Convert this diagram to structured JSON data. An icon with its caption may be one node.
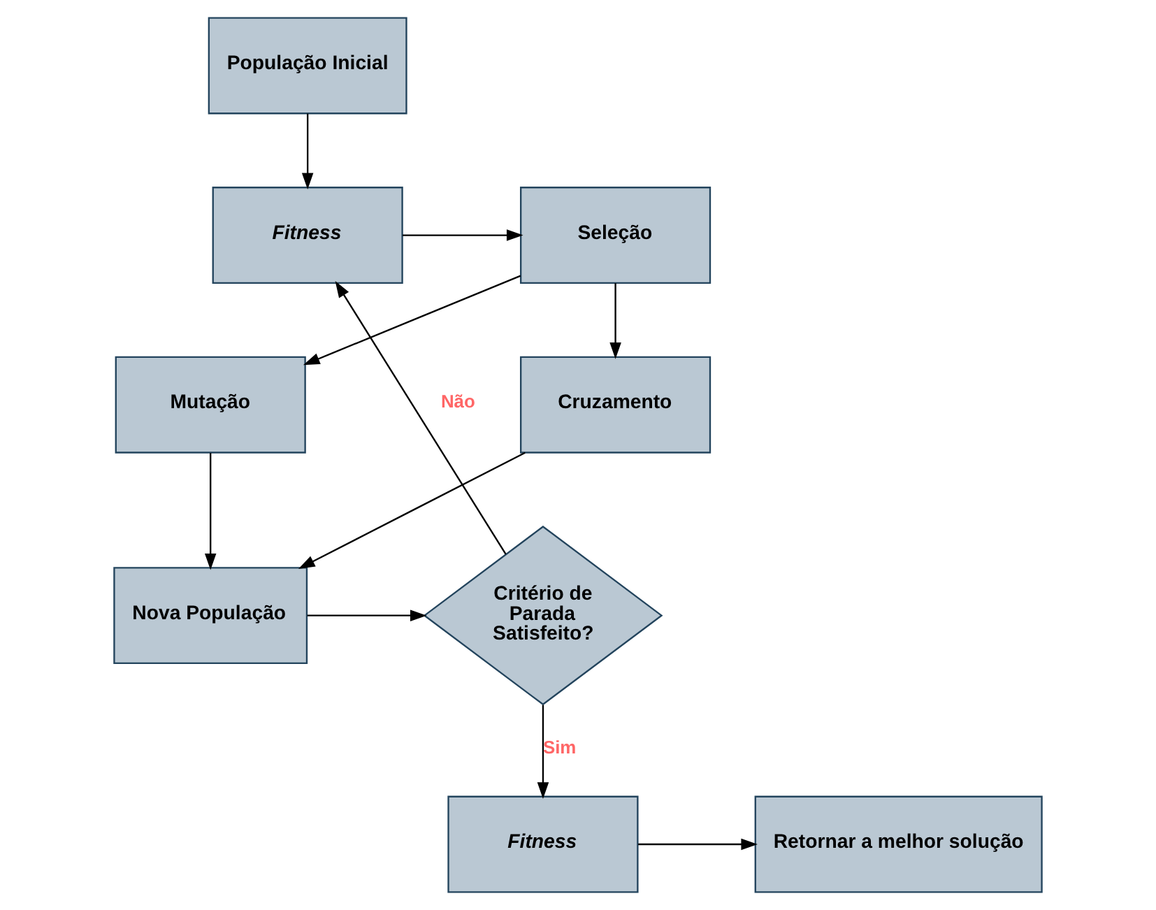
{
  "diagram": {
    "nodes": [
      {
        "text": [
          "População Inicial"
        ]
      },
      {
        "text": [
          "Fitness"
        ]
      },
      {
        "text": [
          "Seleção"
        ]
      },
      {
        "text": [
          "Cruzamento"
        ]
      },
      {
        "text": [
          "Mutação"
        ]
      },
      {
        "text": [
          "Nova População"
        ]
      },
      {
        "text": [
          "Critério de Parada Satisfeito?"
        ]
      },
      {
        "text": [
          "Fitness"
        ]
      },
      {
        "text": [
          "Retornar a melhor solução"
        ]
      }
    ],
    "edges": [
      {
        "from": 0,
        "to": 1,
        "arrow": "to"
      },
      {
        "from": 1,
        "to": 2,
        "arrow": "to"
      },
      {
        "from": 2,
        "to": 3,
        "arrow": "to"
      },
      {
        "from": 2,
        "to": 4,
        "arrow": "to"
      },
      {
        "from": 3,
        "to": 5,
        "arrow": "to"
      },
      {
        "from": 4,
        "to": 5,
        "arrow": "to"
      },
      {
        "from": 5,
        "to": 6,
        "arrow": "to"
      },
      {
        "from": 6,
        "to": 1,
        "arrow": "to",
        "label": "Não"
      },
      {
        "from": 6,
        "to": 7,
        "arrow": "to",
        "label": "Sim"
      },
      {
        "from": 7,
        "to": 8,
        "arrow": "to"
      }
    ]
  }
}
